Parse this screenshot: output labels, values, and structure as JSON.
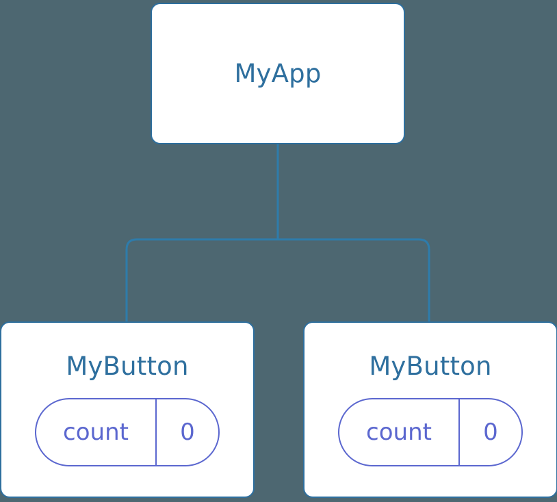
{
  "diagram": {
    "type": "component-tree",
    "background_color": "#4d6771",
    "node_border_color": "#2e6f9e",
    "node_text_color": "#2e6f9e",
    "state_accent_color": "#5b67cf",
    "connector_color": "#2e7cab"
  },
  "root": {
    "label": "MyApp"
  },
  "children": [
    {
      "label": "MyButton",
      "state": {
        "key": "count",
        "value": "0"
      }
    },
    {
      "label": "MyButton",
      "state": {
        "key": "count",
        "value": "0"
      }
    }
  ]
}
